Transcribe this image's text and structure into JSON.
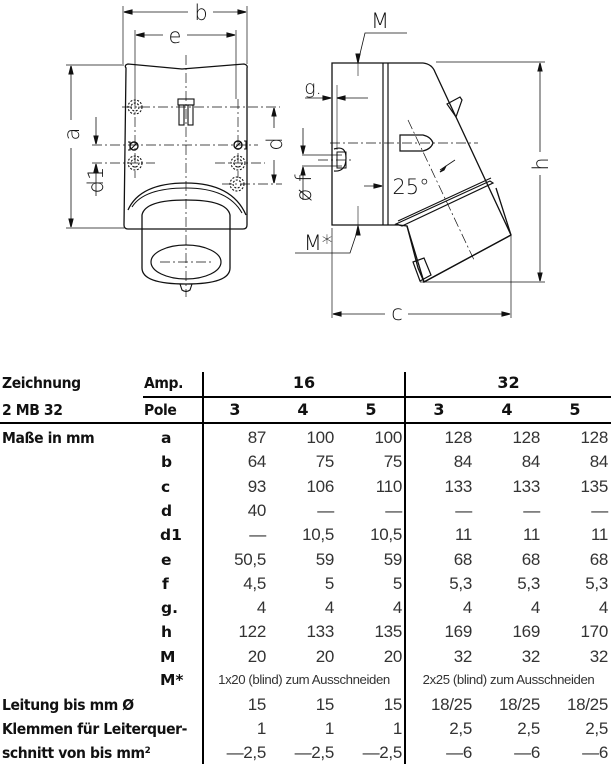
{
  "drawing": {
    "front_view_labels": {
      "b": "b",
      "e": "e",
      "a": "a",
      "d": "d",
      "d1": "d1",
      "f": "ø f"
    },
    "side_view_labels": {
      "M": "M",
      "g": "g.",
      "angle": "25°",
      "h": "h",
      "M_star": "M*",
      "c": "c"
    }
  },
  "table": {
    "header": {
      "title_line1": "Zeichnung",
      "title_line2": "2 MB 32",
      "amp_label": "Amp.",
      "pole_label": "Pole",
      "amp_groups": [
        {
          "amp": "16",
          "poles": [
            "3",
            "4",
            "5"
          ]
        },
        {
          "amp": "32",
          "poles": [
            "3",
            "4",
            "5"
          ]
        }
      ]
    },
    "section_label": "Maße in mm",
    "rows": [
      {
        "key": "a",
        "values": [
          "87",
          "100",
          "100",
          "128",
          "128",
          "128"
        ]
      },
      {
        "key": "b",
        "values": [
          "64",
          "75",
          "75",
          "84",
          "84",
          "84"
        ]
      },
      {
        "key": "c",
        "values": [
          "93",
          "106",
          "110",
          "133",
          "133",
          "135"
        ]
      },
      {
        "key": "d",
        "values": [
          "40",
          "—",
          "—",
          "—",
          "—",
          "—"
        ]
      },
      {
        "key": "d1",
        "values": [
          "—",
          "10,5",
          "10,5",
          "11",
          "11",
          "11"
        ]
      },
      {
        "key": "e",
        "values": [
          "50,5",
          "59",
          "59",
          "68",
          "68",
          "68"
        ]
      },
      {
        "key": "f",
        "values": [
          "4,5",
          "5",
          "5",
          "5,3",
          "5,3",
          "5,3"
        ]
      },
      {
        "key": "g.",
        "values": [
          "4",
          "4",
          "4",
          "4",
          "4",
          "4"
        ]
      },
      {
        "key": "h",
        "values": [
          "122",
          "133",
          "135",
          "169",
          "169",
          "170"
        ]
      },
      {
        "key": "M",
        "values": [
          "20",
          "20",
          "20",
          "32",
          "32",
          "32"
        ]
      }
    ],
    "m_star_row": {
      "key": "M*",
      "group_16": "1x20 (blind) zum Ausschneiden",
      "group_32": "2x25 (blind) zum Ausschneiden"
    },
    "leitung_row": {
      "label": "Leitung bis mm Ø",
      "values": [
        "15",
        "15",
        "15",
        "18/25",
        "18/25",
        "18/25"
      ]
    },
    "klemmen_row": {
      "label": "Klemmen für Leiterquer-",
      "values": [
        "1",
        "1",
        "1",
        "2,5",
        "2,5",
        "2,5"
      ]
    },
    "schnitt_row": {
      "label": "schnitt von bis mm²",
      "values": [
        "—2,5",
        "—2,5",
        "—2,5",
        "—6",
        "—6",
        "—6"
      ]
    }
  }
}
